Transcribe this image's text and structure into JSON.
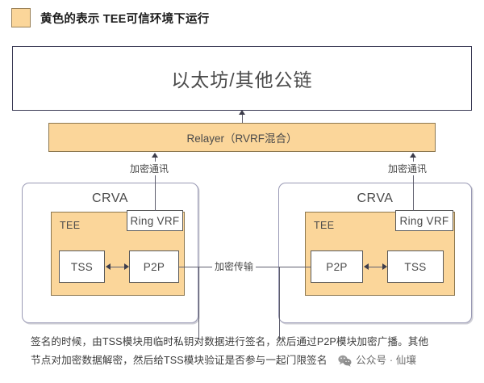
{
  "legend": {
    "swatch_color": "#fbd69a",
    "text": "黄色的表示 TEE可信环境下运行"
  },
  "diagram": {
    "chain_box": {
      "label": "以太坊/其他公链",
      "fill": "#ffffff",
      "border": "#3a3a55"
    },
    "relayer_box": {
      "label": "Relayer（RVRF混合）",
      "fill": "#fbd69a",
      "border": "#8d7850"
    },
    "edges": {
      "crva_left_to_relayer": "加密通讯",
      "crva_right_to_relayer": "加密通讯",
      "p2p_to_p2p": "加密传输"
    },
    "nodes": [
      {
        "title": "CRVA",
        "tee_label": "TEE",
        "ring_vrf": "Ring VRF",
        "module_a": "TSS",
        "module_b": "P2P"
      },
      {
        "title": "CRVA",
        "tee_label": "TEE",
        "ring_vrf": "Ring VRF",
        "module_a": "P2P",
        "module_b": "TSS"
      }
    ]
  },
  "caption": {
    "line1": "签名的时候，由TSS模块用临时私钥对数据进行签名，然后通过P2P模块加密广播。其他",
    "line2": "节点对加密数据解密，然后给TSS模块验证是否参与一起门限签名",
    "watermark": "公众号 · 仙壤"
  }
}
